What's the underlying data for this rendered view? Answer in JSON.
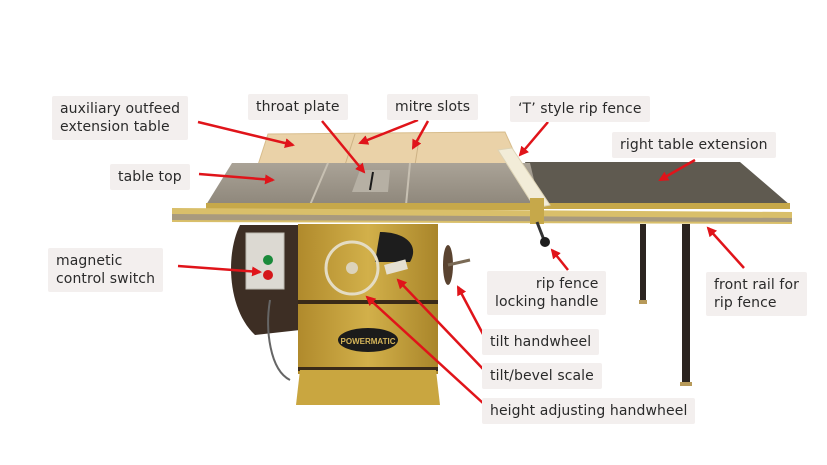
{
  "diagram": {
    "subject": "table saw",
    "brand_plate": "POWERMATIC",
    "arrow_color": "#e0141a",
    "label_bg": "#f3efee",
    "colors": {
      "cabinet": "#c9a640",
      "cast_iron_top": "#9c968c",
      "outfeed": "#ead2a8",
      "extension": "#5f5a50",
      "rail": "#c6a84a",
      "fence": "#f2ecd8",
      "legs": "#2b2420"
    },
    "labels": {
      "auxiliary_outfeed": {
        "line1": "auxiliary outfeed",
        "line2": "extension table"
      },
      "table_top": "table top",
      "throat_plate": "throat plate",
      "mitre_slots": "mitre slots",
      "t_style_fence": "‘T’ style rip fence",
      "right_table_extension": "right table extension",
      "magnetic_switch": {
        "line1": "magnetic",
        "line2": "control switch"
      },
      "rip_fence_locking": {
        "line1": "rip fence",
        "line2": "locking handle"
      },
      "front_rail": {
        "line1": "front rail for",
        "line2": "rip fence"
      },
      "tilt_handwheel": "tilt handwheel",
      "tilt_bevel_scale": "tilt/bevel scale",
      "height_handwheel": "height adjusting handwheel"
    }
  }
}
